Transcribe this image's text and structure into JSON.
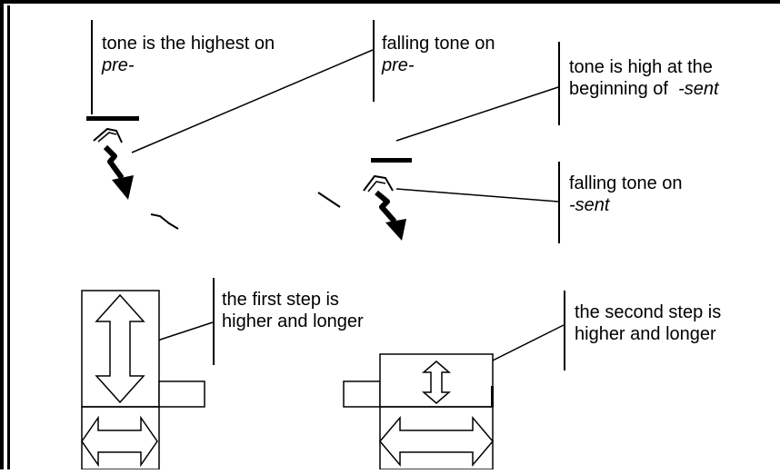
{
  "annotations": {
    "pre_high": {
      "line1": "tone is the highest on",
      "line2": "pre-"
    },
    "pre_fall": {
      "line1": "falling tone on",
      "line2": "pre-"
    },
    "sent_high": {
      "line1": "tone is high at the",
      "line2_prefix": "beginning of",
      "line2_italic": "-sent"
    },
    "sent_fall": {
      "line1": "falling tone on",
      "line2": "-sent"
    },
    "first_step": {
      "line1": "the first step is",
      "line2": "higher and longer"
    },
    "second_step": {
      "line1": "the second step is",
      "line2": "higher and longer"
    }
  },
  "colors": {
    "ink": "#000000",
    "background": "#ffffff"
  }
}
